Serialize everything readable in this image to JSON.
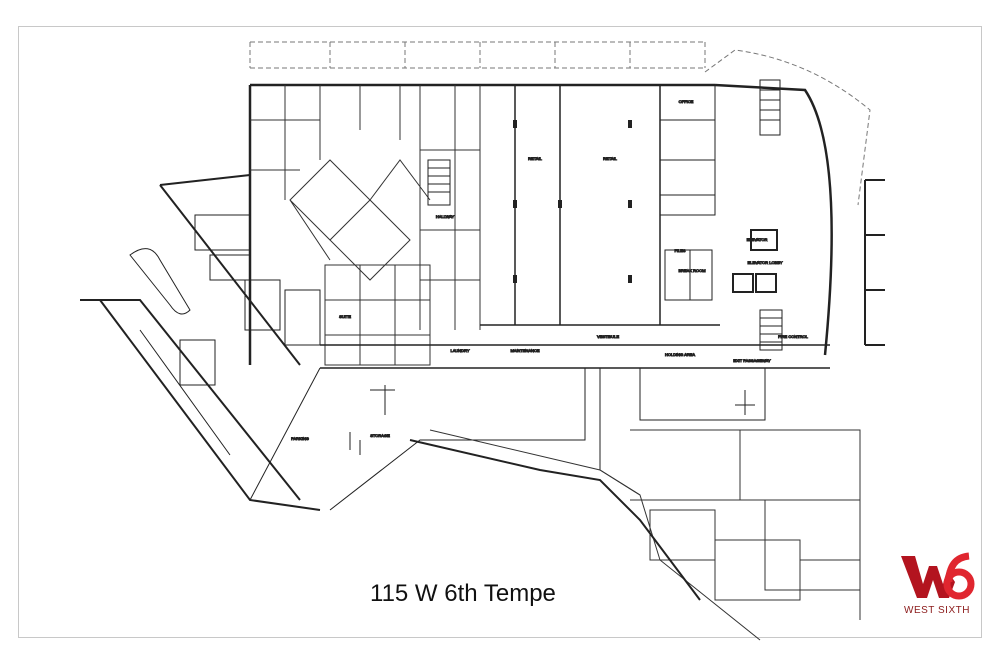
{
  "title": "115 W 6th Tempe",
  "logo": {
    "mark": "W6",
    "name": "WEST SIXTH",
    "color": "#d0202a"
  },
  "labels": {
    "elevator": "ELEVATOR",
    "elevator_lobby": "ELEVATOR LOBBY",
    "office": "OFFICE",
    "files": "FILES",
    "break_room": "BREAK ROOM",
    "holding_area": "HOLDING AREA",
    "fire_control": "FIRE CONTROL",
    "exit_passageway": "EXIT PASSAGEWAY",
    "vestibule": "VESTIBULE",
    "parking": "PARKING",
    "storage": "STORAGE",
    "suite": "SUITE",
    "retail": "RETAIL",
    "laundry": "LAUNDRY",
    "maintenance": "MAINTENANCE",
    "hallway": "HALLWAY"
  }
}
